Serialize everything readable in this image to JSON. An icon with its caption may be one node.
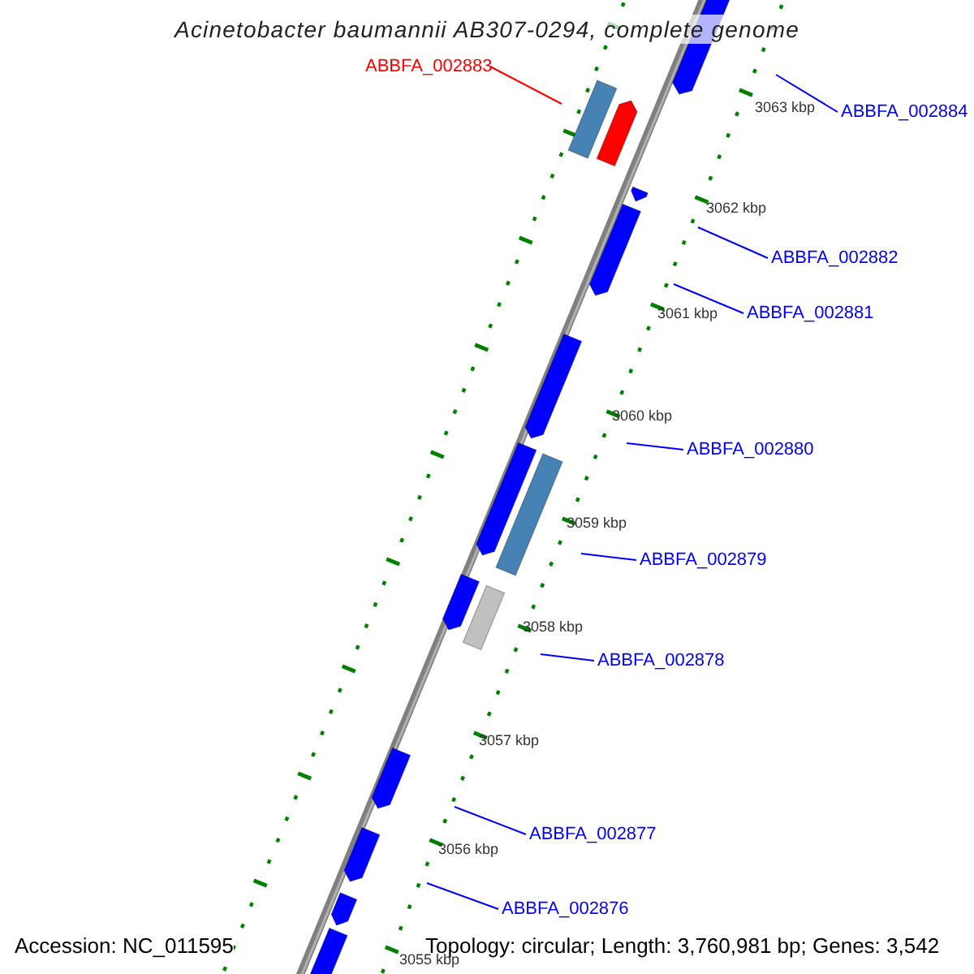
{
  "diagram": {
    "title": "Acinetobacter baumannii AB307-0294, complete genome",
    "nodes": [
      {
        "text": [
          "ABBFA_002883"
        ]
      },
      {
        "text": [
          "ABBFA_002884"
        ]
      },
      {
        "text": [
          "ABBFA_002882"
        ]
      },
      {
        "text": [
          "ABBFA_002881"
        ]
      },
      {
        "text": [
          "ABBFA_002880"
        ]
      },
      {
        "text": [
          "ABBFA_002879"
        ]
      },
      {
        "text": [
          "ABBFA_002878"
        ]
      },
      {
        "text": [
          "ABBFA_002877"
        ]
      },
      {
        "text": [
          "ABBFA_002876"
        ]
      }
    ],
    "edges": [
      {
        "from": 0,
        "to": null,
        "arrow": "none",
        "color": "#ff0000"
      },
      {
        "from": 1,
        "to": null,
        "arrow": "none"
      },
      {
        "from": 2,
        "to": null,
        "arrow": "none"
      },
      {
        "from": 3,
        "to": null,
        "arrow": "none"
      },
      {
        "from": 4,
        "to": null,
        "arrow": "none"
      },
      {
        "from": 5,
        "to": null,
        "arrow": "none"
      },
      {
        "from": 6,
        "to": null,
        "arrow": "none"
      },
      {
        "from": 7,
        "to": null,
        "arrow": "none"
      },
      {
        "from": 8,
        "to": null,
        "arrow": "none"
      }
    ],
    "labels": [
      "3063 kbp",
      "3062 kbp",
      "3061 kbp",
      "3060 kbp",
      "3059 kbp",
      "3058 kbp",
      "3057 kbp",
      "3056 kbp",
      "Accession: NC_011595",
      "Topology: circular; Length: 3,760,981 bp; Genes: 3,542",
      "3055 kbp"
    ]
  }
}
